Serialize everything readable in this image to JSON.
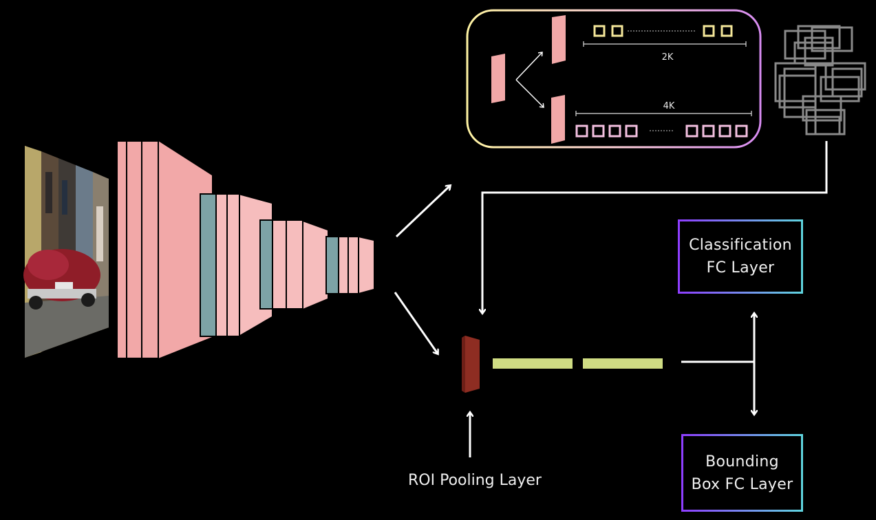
{
  "rpn": {
    "label_2k": "2K",
    "label_4k": "4K"
  },
  "roi_pooling": {
    "label": "ROI Pooling Layer"
  },
  "classification_fc": {
    "label": "Classification\nFC Layer"
  },
  "bbox_fc": {
    "label": "Bounding\nBox FC Layer"
  },
  "colors": {
    "background": "#000000",
    "conv_pink": "#f2a8a8",
    "conv_light_pink": "#f6bdbd",
    "conv_teal": "#7da3a6",
    "roi_layer": "#8e2d22",
    "fc_bar": "#cfdc83",
    "arrow": "#ffffff",
    "rpn_border_start": "#fff2a8",
    "rpn_border_end": "#d98cf0",
    "fc_border_start": "#8e3dff",
    "fc_border_end": "#5fd6e0"
  }
}
